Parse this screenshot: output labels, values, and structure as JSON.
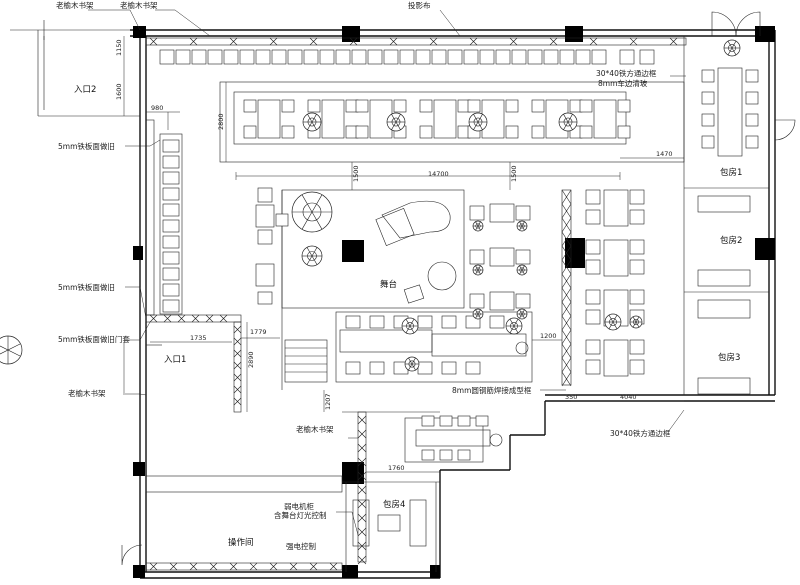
{
  "labels": {
    "shelf_top_left": "老榆木书架",
    "shelf_top_mid": "老榆木书架",
    "projection": "投影布",
    "frame_note_1": "30*40铁方通边框",
    "frame_note_2": "8mm车边清玻",
    "entrance2": "入口2",
    "iron_plate_1": "5mm铁板面做旧",
    "iron_plate_2": "5mm铁板面做旧",
    "iron_plate_door": "5mm铁板面做旧门套",
    "entrance1": "入口1",
    "shelf_left": "老榆木书架",
    "stage": "舞台",
    "steel_frame": "8mm圆钢筋焊接成型框",
    "room1": "包房1",
    "room2": "包房2",
    "room3": "包房3",
    "room4": "包房4",
    "frame_note_3": "30*40铁方通边框",
    "shelf_bottom": "老榆木书架",
    "control_1": "弱电机柜",
    "control_2": "含舞台灯光控制",
    "control_3": "强电控制",
    "operation": "操作间"
  },
  "dimensions": {
    "d1150": "1150",
    "d1600": "1600",
    "d980": "980",
    "d2800": "2800",
    "d1500a": "1500",
    "d14700": "14700",
    "d1500b": "1500",
    "d1470": "1470",
    "d1779": "1779",
    "d1735": "1735",
    "d2890": "2890",
    "d1200": "1200",
    "d4040": "4040",
    "d350": "350",
    "d1207": "1207",
    "d1760": "1760"
  }
}
